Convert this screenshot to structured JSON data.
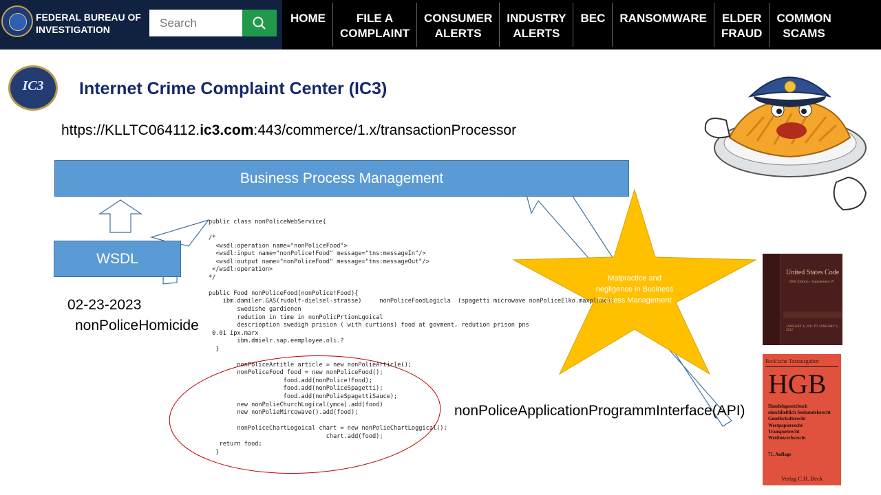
{
  "header": {
    "brand": "FEDERAL BUREAU OF INVESTIGATION",
    "search_placeholder": "Search",
    "nav": [
      {
        "label": "HOME"
      },
      {
        "label": "FILE A\nCOMPLAINT"
      },
      {
        "label": "CONSUMER\nALERTS"
      },
      {
        "label": "INDUSTRY\nALERTS"
      },
      {
        "label": "BEC"
      },
      {
        "label": "RANSOMWARE"
      },
      {
        "label": "ELDER\nFRAUD"
      },
      {
        "label": "COMMON\nSCAMS"
      }
    ]
  },
  "ic3": {
    "logo_text": "IC3",
    "title": "Internet Crime Complaint Center (IC3)"
  },
  "url": {
    "prefix": "https://KLLTC064112.",
    "bold": "ic3.com",
    "suffix": ":443/commerce/1.x/transactionProcessor"
  },
  "diagram": {
    "bpm_label": "Business Process Management",
    "wsdl_label": "WSDL",
    "date": "02-23-2023",
    "homicide_label": "nonPoliceHomicide",
    "api_label": "nonPoliceApplicationProgrammInterface(API)",
    "star_text": "Malpractice and negligence in Business Process Management"
  },
  "code": "public class nonPoliceWebService{\n\n/*\n  <wsdl:operation name=\"nonPoliceFood\">\n  <wsdl:input name=\"nonPolice!Food\" message=\"tns:messageIn\"/>\n  <wsdl:output name=\"nonPoliceFood\" message=\"tns:messageOut\"/>\n </wsdl:operation>\n*/\n\npublic Food nonPoliceFood(nonPolice!Food){\n    ibm.damiler.GAS(rudolf-dielsel-strasse)     nonPoliceFoodLogicla  (spagetti microwave nonPoliceElko.maxplanck)\n        swedishe gardienen\n        redution in time in nonPolicPrtionLgoical\n        descrioption swedigh prision ( with curtions) food at govment, redution prison pns\n 0.01 ipx.marx\n        ibm.dmielr.sap.eemployee.oli.?\n  }\n\n        nonPoliceArtitle article = new nonPolieArticle();\n        nonPoliceFood food = new nonPoliceFood();\n                     food.add(nonPolice!Food);\n                     food.add(nonPoliceSpagetti);\n                     food.add(nonPolieSpagettiSauce);\n        new nonPolieChurchLogical(ymca).add(food)\n        new nonPolieMircowave().add(food);\n\n        nonPoliceChartLogoical chart = new nonPolieChartLoggical();\n                                 chart.add(food);\n   return food;\n  }",
  "book_usc": {
    "title": "United States Code",
    "subtitle": "2006 Edition · Supplement IV",
    "footer": "JANUARY 4, 2011 TO JANUARY 3, 2012"
  },
  "book_hgb": {
    "series": "Beck'sche Textausgaben",
    "title": "HGB",
    "desc": [
      "Handelsgesetzbuch",
      "einschließlich Seehandelsrecht",
      "Gesellschaftsrecht",
      "Wertpapierrecht",
      "Transportrecht",
      "Wettbewerbsrecht"
    ],
    "edition": "71. Auflage",
    "publisher": "Verlag C.H. Beck"
  },
  "colors": {
    "header_brand_bg": "#112240",
    "header_bg": "#000000",
    "search_button": "#21994a",
    "box_fill": "#5b9bd5",
    "box_border": "#41719c",
    "star_fill": "#ffc000",
    "ellipse_stroke": "#c00000",
    "ic3_title": "#142868"
  },
  "icons": {
    "search": "magnifier-icon",
    "mascot": "pasta-police-mascot"
  }
}
